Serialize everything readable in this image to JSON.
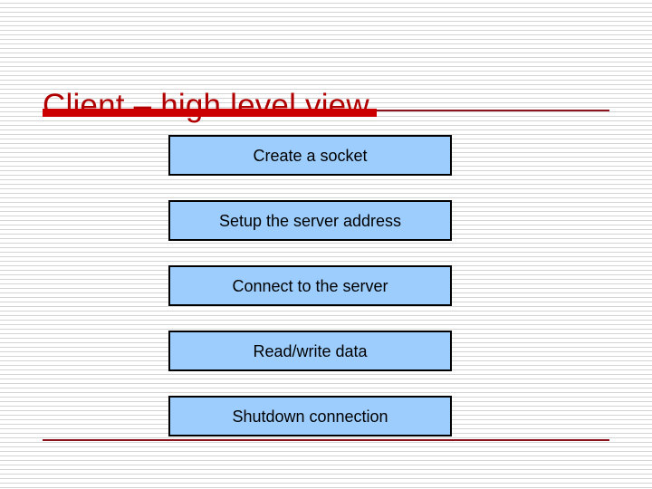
{
  "slide": {
    "title": "Client – high level view",
    "title_color": "#b00000",
    "accent_bar_color": "#cc0000",
    "rule_color": "#8e1220",
    "background_color": "#ffffff",
    "stripe_color": "#d4d4d4"
  },
  "diagram": {
    "box_fill_color": "#9ccdfd",
    "box_border_color": "#000000",
    "box_text_color": "#000000",
    "steps": [
      {
        "label": "Create a socket"
      },
      {
        "label": "Setup the server address"
      },
      {
        "label": "Connect to the server"
      },
      {
        "label": "Read/write data"
      },
      {
        "label": "Shutdown connection"
      }
    ]
  }
}
